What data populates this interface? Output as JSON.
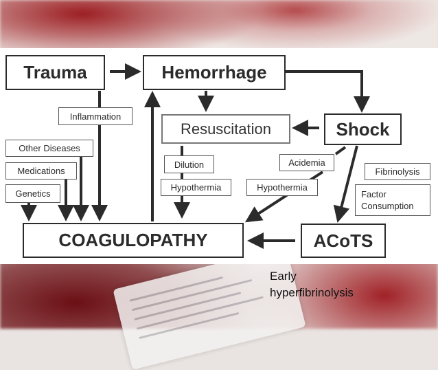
{
  "diagram": {
    "nodes": {
      "trauma": "Trauma",
      "hemorrhage": "Hemorrhage",
      "inflammation": "Inflammation",
      "resuscitation": "Resuscitation",
      "shock": "Shock",
      "other_diseases": "Other Diseases",
      "medications": "Medications",
      "genetics": "Genetics",
      "dilution": "Dilution",
      "hypothermia_left": "Hypothermia",
      "acidemia": "Acidemia",
      "hypothermia_right": "Hypothermia",
      "fibrinolysis": "Fibrinolysis",
      "factor_consumption_line1": "Factor",
      "factor_consumption_line2": "Consumption",
      "coagulopathy": "COAGULOPATHY",
      "acots": "ACoTS"
    },
    "edges": [
      [
        "Trauma",
        "Hemorrhage"
      ],
      [
        "Hemorrhage",
        "Resuscitation"
      ],
      [
        "Hemorrhage",
        "Shock"
      ],
      [
        "Shock",
        "Resuscitation"
      ],
      [
        "Trauma",
        "COAGULOPATHY"
      ],
      [
        "COAGULOPATHY",
        "Hemorrhage"
      ],
      [
        "Other Diseases",
        "COAGULOPATHY"
      ],
      [
        "Medications",
        "COAGULOPATHY"
      ],
      [
        "Genetics",
        "COAGULOPATHY"
      ],
      [
        "Resuscitation",
        "Hypothermia"
      ],
      [
        "Shock",
        "COAGULOPATHY"
      ],
      [
        "Shock",
        "ACoTS"
      ],
      [
        "ACoTS",
        "COAGULOPATHY"
      ]
    ]
  },
  "caption": {
    "line1": "Early",
    "line2": "hyperfibrinolysis"
  }
}
